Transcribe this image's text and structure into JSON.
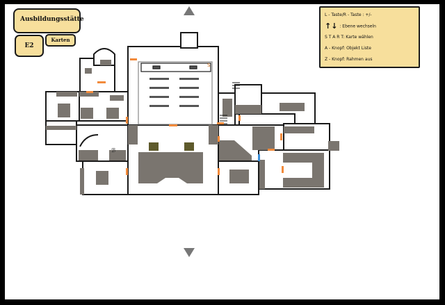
{
  "location": {
    "name": "Ausbildungsstätte"
  },
  "floor": {
    "label": "E2"
  },
  "maps_tab": {
    "label": "Karten"
  },
  "legend": {
    "zoom": "L - Taste/R - Taste : +/-",
    "level_icon": "↑↓",
    "level": ": Ebene wechseln",
    "start": "S T A R T: Karte wählen",
    "objects": "A - Knopf: Objekt Liste",
    "frame": "Z - Knopf: Rahmen aus"
  },
  "map": {
    "stair_marker": "S",
    "colors": {
      "wall": "#1a1a1a",
      "floor": "#ffffff",
      "block": "#7a756f",
      "door": "#f28b3c",
      "door_alt": "#3b8fd9"
    }
  },
  "nav": {
    "up_icon": "triangle-up",
    "down_icon": "triangle-down"
  }
}
